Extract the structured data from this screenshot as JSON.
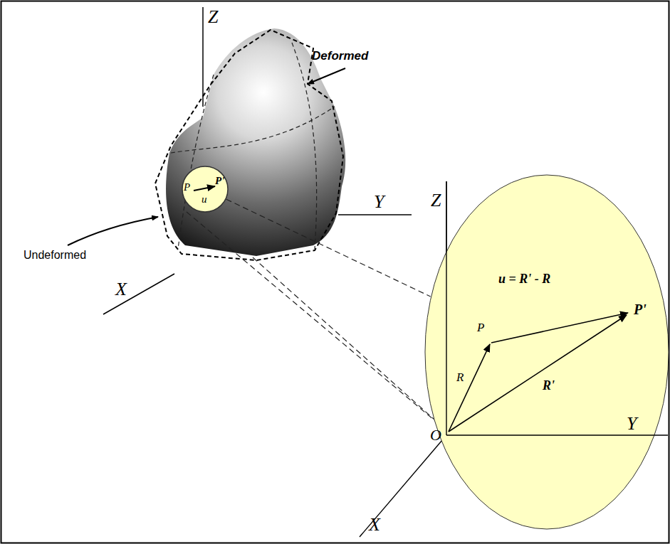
{
  "diagram": {
    "nodes": [
      {
        "text": [
          "P",
          "u",
          "P'"
        ]
      },
      {
        "text": [
          "u = R' - R",
          "P",
          "R",
          "R'",
          "P'"
        ]
      }
    ],
    "edges": [
      {
        "from": 0,
        "to": 1,
        "arrow": "none"
      }
    ],
    "labels": [
      "Z",
      "Deformed",
      "Y",
      "Undeformed",
      "X",
      "Z",
      "Y",
      "O",
      "X"
    ]
  }
}
